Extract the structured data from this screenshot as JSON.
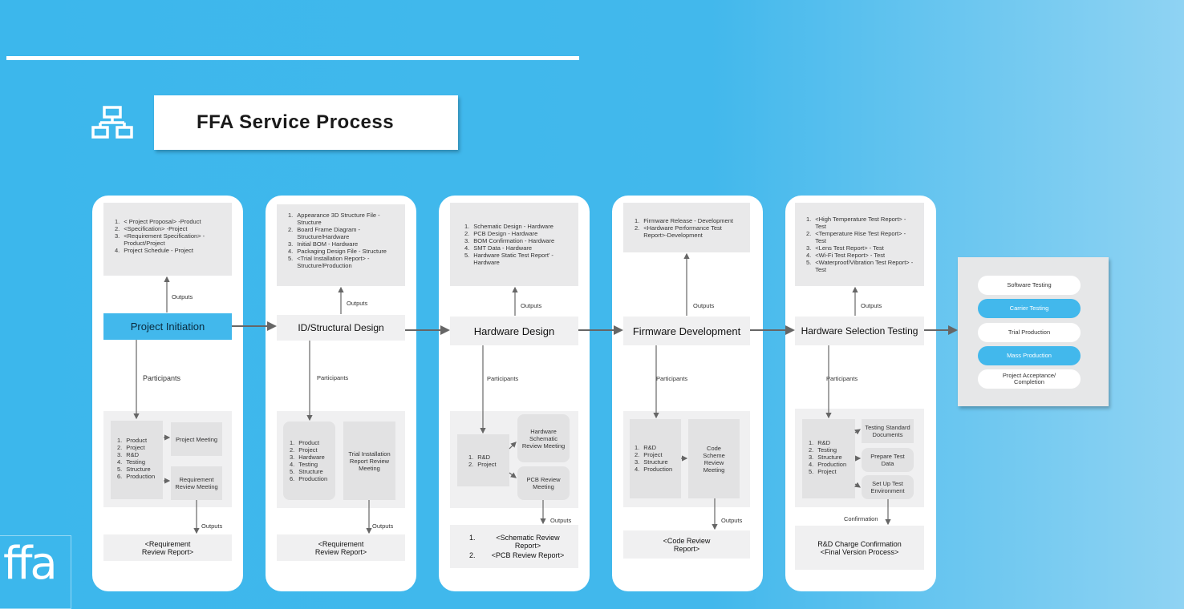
{
  "title": "FFA Service Process",
  "logo_text": "ffa",
  "colors": {
    "accent": "#42b8ec",
    "background": "#3cb7ec",
    "panel": "#e9e9ea"
  },
  "labels": {
    "outputs": "Outputs",
    "participants": "Participants",
    "confirmation": "Confirmation"
  },
  "col1": {
    "stage": "Project Initiation",
    "outputs": [
      {
        "n": "1.",
        "t": "< Project Proposal> -Product"
      },
      {
        "n": "2.",
        "t": "<Specification> -Project"
      },
      {
        "n": "3.",
        "t": "<Requirement Specification> -Product/Project"
      },
      {
        "n": "4.",
        "t": "Project Schedule - Project"
      }
    ],
    "participants": [
      {
        "n": "1.",
        "t": "Product"
      },
      {
        "n": "2.",
        "t": "Project"
      },
      {
        "n": "3.",
        "t": "R&D"
      },
      {
        "n": "4.",
        "t": "Testing"
      },
      {
        "n": "5.",
        "t": "Structure"
      },
      {
        "n": "6.",
        "t": "Production"
      }
    ],
    "meeting1": "Project Meeting",
    "meeting2": "Requirement Review Meeting",
    "report": "<Requirement Review Report>"
  },
  "col2": {
    "stage": "ID/Structural Design",
    "outputs": [
      {
        "n": "1.",
        "t": "Appearance 3D Structure File - Structure"
      },
      {
        "n": "2.",
        "t": "Board Frame Diagram - Structure/Hardware"
      },
      {
        "n": "3.",
        "t": "Initial BOM - Hardware"
      },
      {
        "n": "4.",
        "t": "Packaging Design File - Structure"
      },
      {
        "n": "5.",
        "t": "<Trial Installation Report> -Structure/Production"
      }
    ],
    "participants": [
      {
        "n": "1.",
        "t": "Product"
      },
      {
        "n": "2.",
        "t": "Project"
      },
      {
        "n": "3.",
        "t": "Hardware"
      },
      {
        "n": "4.",
        "t": "Testing"
      },
      {
        "n": "5.",
        "t": "Structure"
      },
      {
        "n": "6.",
        "t": "Production"
      }
    ],
    "meeting1": "Trial Installation Report Review Meeting",
    "report": "<Requirement Review Report>"
  },
  "col3": {
    "stage": "Hardware Design",
    "outputs": [
      {
        "n": "1.",
        "t": "Schematic Design - Hardware"
      },
      {
        "n": "2.",
        "t": "PCB Design - Hardware"
      },
      {
        "n": "3.",
        "t": "BOM Confirmation - Hardware"
      },
      {
        "n": "4.",
        "t": "SMT Data - Hardware"
      },
      {
        "n": "5.",
        "t": "Hardware Static Test Report' - Hardware"
      }
    ],
    "participants": [
      {
        "n": "1.",
        "t": "R&D"
      },
      {
        "n": "2.",
        "t": "Project"
      }
    ],
    "meeting1": "Hardware Schematic Review Meeting",
    "meeting2": "PCB Review Meeting",
    "report1": "<Schematic Review Report>",
    "report2": "<PCB Review Report>",
    "report1_n": "1.",
    "report2_n": "2."
  },
  "col4": {
    "stage": "Firmware Development",
    "outputs": [
      {
        "n": "1.",
        "t": "Firmware Release - Development"
      },
      {
        "n": "2.",
        "t": "<Hardware Performance Test Report>-Development"
      }
    ],
    "participants": [
      {
        "n": "1.",
        "t": "R&D"
      },
      {
        "n": "2.",
        "t": "Project"
      },
      {
        "n": "3.",
        "t": "Structure"
      },
      {
        "n": "4.",
        "t": "Production"
      }
    ],
    "meeting1": "Code Scheme Review Meeting",
    "report": "<Code Review Report>"
  },
  "col5": {
    "stage": "Hardware Selection Testing",
    "outputs": [
      {
        "n": "1.",
        "t": "<High Temperature Test Report> - Test"
      },
      {
        "n": "2.",
        "t": "<Temperature Rise Test Report> - Test"
      },
      {
        "n": "3.",
        "t": "<Lens Test Report> - Test"
      },
      {
        "n": "4.",
        "t": "<Wi-Fi Test Report> - Test"
      },
      {
        "n": "5.",
        "t": "<Waterproof/Vibration Test Report> - Test"
      }
    ],
    "participants": [
      {
        "n": "1.",
        "t": "R&D"
      },
      {
        "n": "2.",
        "t": "Testing"
      },
      {
        "n": "3.",
        "t": "Structure"
      },
      {
        "n": "4.",
        "t": "Production"
      },
      {
        "n": "5.",
        "t": "Project"
      }
    ],
    "step1": "Testing Standard Documents",
    "step2": "Prepare Test Data",
    "step3": "Set Up Test Environment",
    "report": "R&D Charge Confirmation <Final Version Process>"
  },
  "final_steps": [
    "Software Testing",
    "Carrier Testing",
    "Trial Production",
    "Mass Production",
    "Project Acceptance/ Completion"
  ]
}
